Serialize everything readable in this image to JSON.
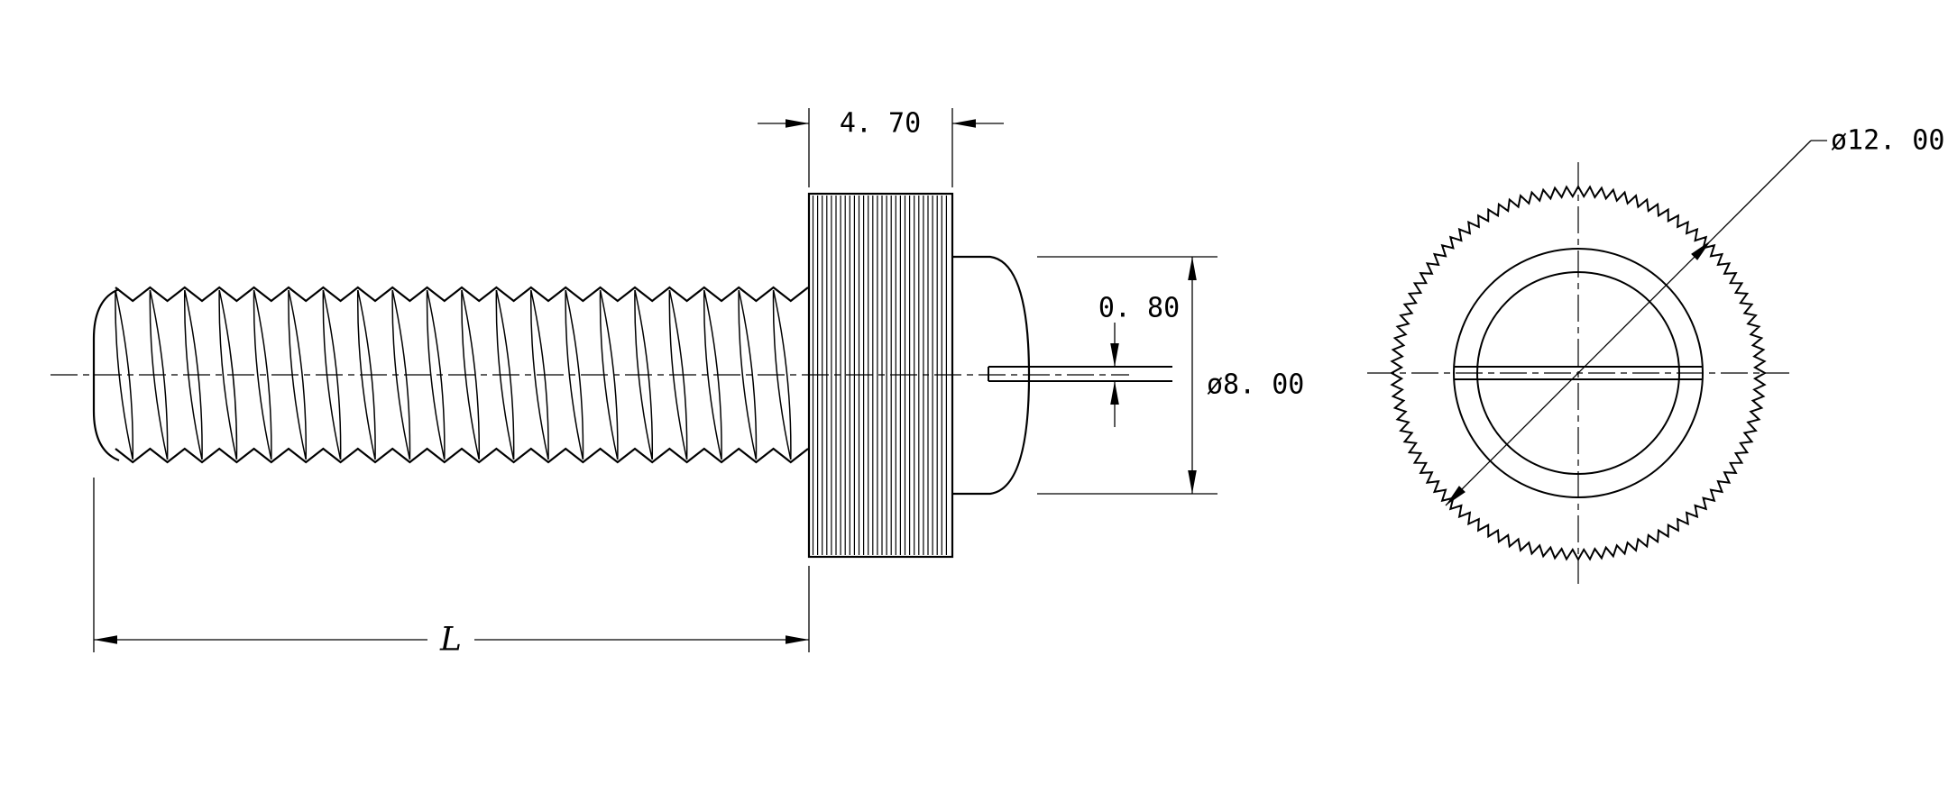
{
  "dimensions": {
    "head_width": "4. 70",
    "slot_width": "0. 80",
    "shaft_diameter": "ø8. 00",
    "thread_length": "L",
    "head_diameter": "ø12. 00"
  },
  "colors": {
    "line": "#000000",
    "background": "#ffffff"
  }
}
